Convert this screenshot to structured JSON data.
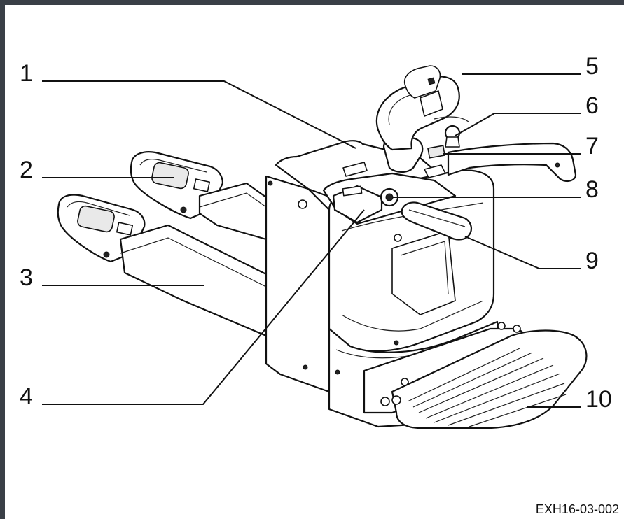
{
  "figure": {
    "code": "EXH16-03-002",
    "callouts": [
      "1",
      "2",
      "3",
      "4",
      "5",
      "6",
      "7",
      "8",
      "9",
      "10"
    ]
  }
}
